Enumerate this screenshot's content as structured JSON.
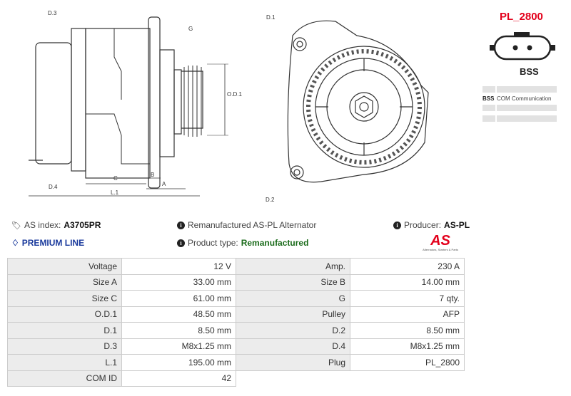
{
  "drawing": {
    "labels": {
      "d3": "D.3",
      "g": "G",
      "od1": "O.D.1",
      "d4": "D.4",
      "c": "C",
      "b": "B",
      "a": "A",
      "l1": "L.1",
      "d1": "D.1",
      "d2": "D.2"
    }
  },
  "plug": {
    "title": "PL_2800",
    "pin_label": "BSS",
    "title_color": "#e3001b",
    "table": [
      {
        "pin": "BSS",
        "desc": "COM Communication"
      }
    ]
  },
  "info": {
    "as_index_label": "AS index:",
    "as_index": "A3705PR",
    "premium": "PREMIUM LINE",
    "description": "Remanufactured AS-PL Alternator",
    "product_type_label": "Product type:",
    "product_type": "Remanufactured",
    "producer_label": "Producer:",
    "producer": "AS-PL",
    "logo_text": "AS",
    "logo_tagline": "Alternators, Starters & Parts",
    "premium_color": "#1a3a9c",
    "product_type_color": "#1a6b1a"
  },
  "specs": [
    [
      "Voltage",
      "12 V",
      "Amp.",
      "230 A"
    ],
    [
      "Size A",
      "33.00 mm",
      "Size B",
      "14.00 mm"
    ],
    [
      "Size C",
      "61.00 mm",
      "G",
      "7 qty."
    ],
    [
      "O.D.1",
      "48.50 mm",
      "Pulley",
      "AFP"
    ],
    [
      "D.1",
      "8.50 mm",
      "D.2",
      "8.50 mm"
    ],
    [
      "D.3",
      "M8x1.25 mm",
      "D.4",
      "M8x1.25 mm"
    ],
    [
      "L.1",
      "195.00 mm",
      "Plug",
      "PL_2800"
    ],
    [
      "COM ID",
      "42",
      "",
      ""
    ]
  ]
}
